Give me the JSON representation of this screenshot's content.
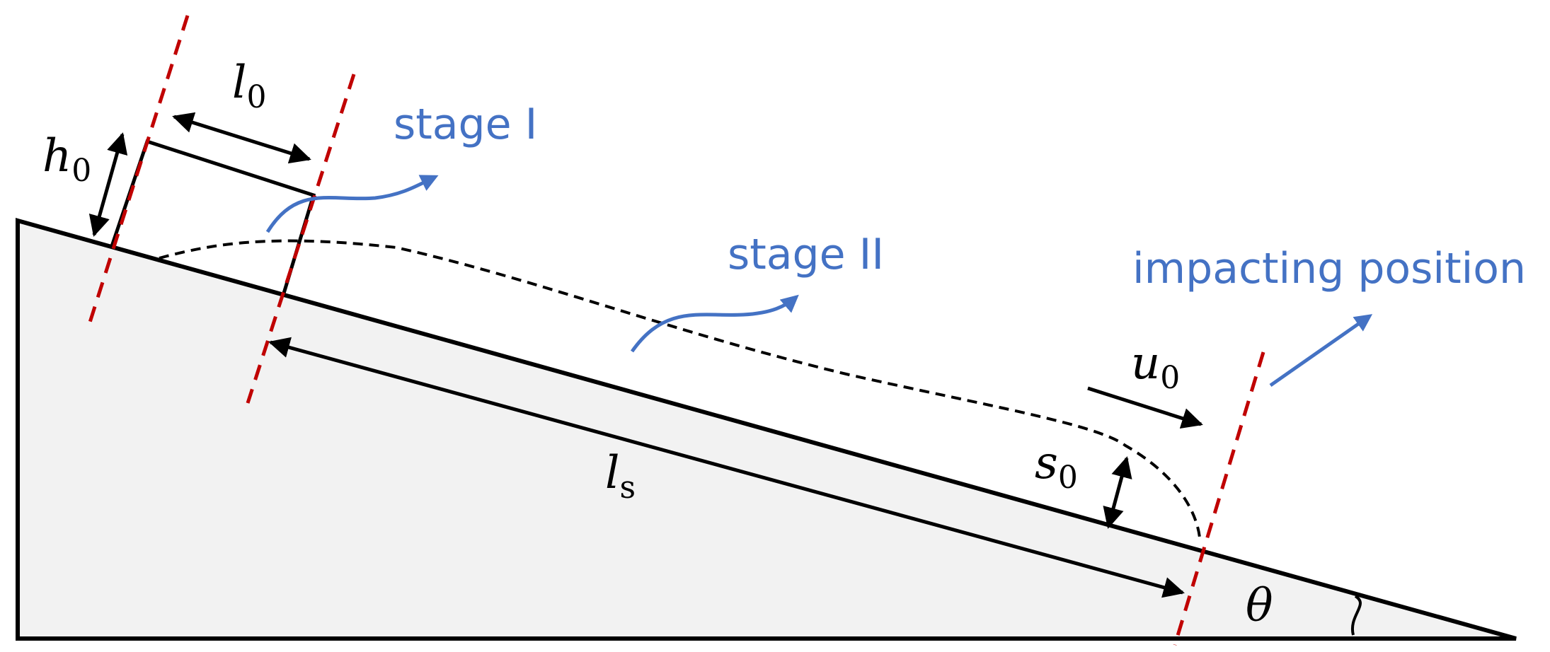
{
  "labels": {
    "h0": {
      "base": "h",
      "sub": "0"
    },
    "l0": {
      "base": "l",
      "sub": "0"
    },
    "ls": {
      "base": "l",
      "sub": "s"
    },
    "u0": {
      "base": "u",
      "sub": "0"
    },
    "s0": {
      "base": "s",
      "sub": "0"
    },
    "theta": "θ",
    "stage1": "stage I",
    "stage2": "stage II",
    "impact": "impacting position"
  },
  "colors": {
    "outline": "#000000",
    "slope_fill": "#f2f2f2",
    "section_line": "#c00000",
    "annotation": "#4472c4"
  }
}
